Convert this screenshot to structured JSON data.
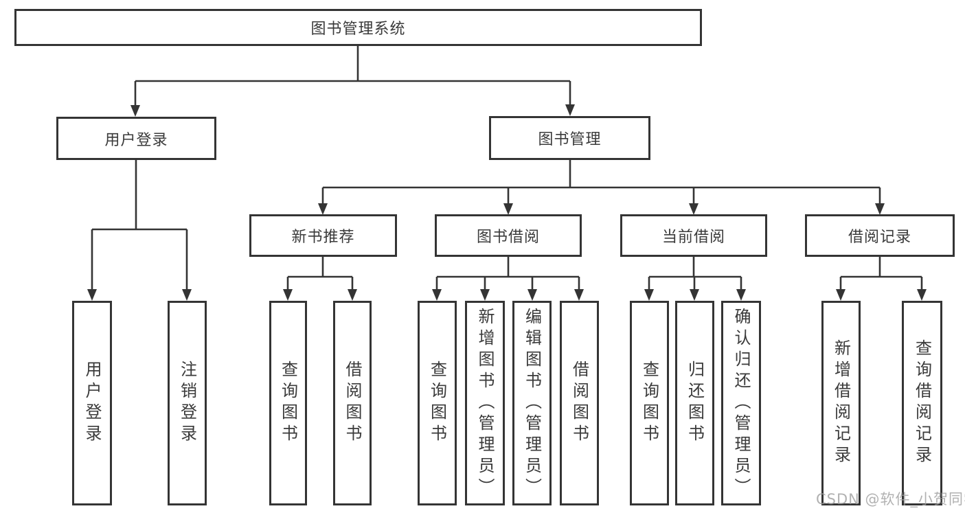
{
  "title": "图书管理系统",
  "watermark": "CSDN @软件_小贺同学",
  "colors": {
    "line": "#343434",
    "text": "#3a3a3a",
    "background": "#ffffff",
    "watermark": "#9e9e9e"
  },
  "nodes": {
    "root": {
      "label": "图书管理系统"
    },
    "login": {
      "label": "用户登录",
      "children": [
        {
          "label": "用户登录"
        },
        {
          "label": "注销登录"
        }
      ]
    },
    "mgmt": {
      "label": "图书管理",
      "children": [
        {
          "label": "新书推荐",
          "children": [
            {
              "label": "查询图书"
            },
            {
              "label": "借阅图书"
            }
          ]
        },
        {
          "label": "图书借阅",
          "children": [
            {
              "label": "查询图书"
            },
            {
              "label": "新增图书（管理员）"
            },
            {
              "label": "编辑图书（管理员）"
            },
            {
              "label": "借阅图书"
            }
          ]
        },
        {
          "label": "当前借阅",
          "children": [
            {
              "label": "查询图书"
            },
            {
              "label": "归还图书"
            },
            {
              "label": "确认归还（管理员）"
            }
          ]
        },
        {
          "label": "借阅记录",
          "children": [
            {
              "label": "新增借阅记录"
            },
            {
              "label": "查询借阅记录"
            }
          ]
        }
      ]
    }
  }
}
